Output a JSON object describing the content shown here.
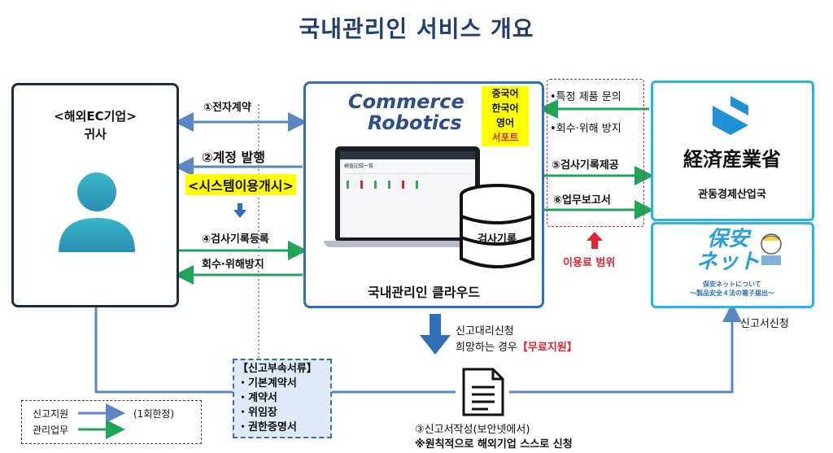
{
  "title": "국내관리인 서비스 개요",
  "left_box": {
    "line1": "<해외EC기업>",
    "line2": "귀사",
    "icon": "person-icon"
  },
  "center_box": {
    "logo_line1": "Commerce",
    "logo_line2": "Robotics",
    "lang": [
      "중국어",
      "한국어",
      "영어",
      "서포트"
    ],
    "db_label": "검사기록",
    "caption": "국내관리인 클라우드",
    "screen_title": "検査記録一覧"
  },
  "arrows": {
    "a1": "①전자계약",
    "a2": "②계정 발행",
    "a2b": "<시스템이용개시>",
    "a4": "④검사기록등록",
    "a_prevent": "회수·위해방지",
    "r1": "•특정 제품 문의",
    "r2": "•회수·위해 방지",
    "r5": "⑤검사기록제공",
    "r6": "⑥업무보고서",
    "usage": "이용료 범위",
    "proxy1": "신고대리신청",
    "proxy2": "희망하는 경우",
    "proxy_free": "【무료지원】",
    "apply": "신고서신청",
    "write1": "③신고서작성(보안넷에서)",
    "write2": "※원칙적으로 해외기업 스스로 신청"
  },
  "ministry": {
    "name": "経済産業省",
    "caption": "관동경제산업국",
    "icon": "ministry-logo-icon"
  },
  "hoannet": {
    "line1": "保安",
    "line2": "ネット",
    "sub1": "保安ネットについて",
    "sub2": "〜製品安全４法の電子届出〜"
  },
  "docs": {
    "title": "【신고부속서류】",
    "items": [
      "・기본계약서",
      "・계약서",
      "・위임장",
      "・권한증명서"
    ]
  },
  "legend": {
    "blue_label": "신고지원",
    "blue_note": "(1회한정)",
    "green_label": "관리업무"
  },
  "colors": {
    "blue": "#5b86c4",
    "green": "#1fa55a",
    "red": "#e0252e",
    "navy": "#1f3f73"
  }
}
